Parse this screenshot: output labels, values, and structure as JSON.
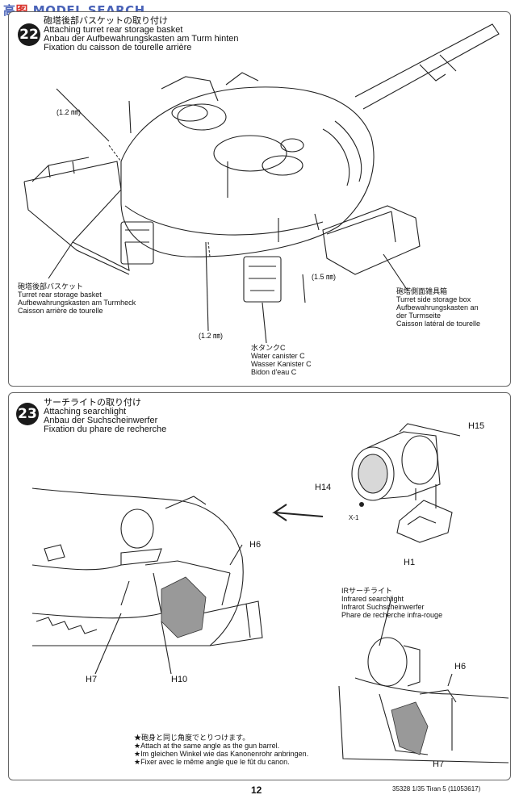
{
  "watermark": {
    "cn": "高",
    "red": "图",
    "rest": "MODEL SEARCH"
  },
  "step22": {
    "number": "22",
    "title_jp": "砲塔後部バスケットの取り付け",
    "title_en": "Attaching turret rear storage basket",
    "title_de": "Anbau der Aufbewahrungskasten am Turm hinten",
    "title_fr": "Fixation du caisson de tourelle arrière",
    "basket": {
      "jp": "砲塔後部バスケット",
      "en": "Turret rear storage basket",
      "de": "Aufbewahrungskasten am Turmheck",
      "fr": "Caisson arrière de tourelle"
    },
    "sidebox": {
      "jp": "砲塔側面雑具箱",
      "en": "Turret side storage box",
      "de1": "Aufbewahrungskasten an",
      "de2": "der Turmseite",
      "fr": "Caisson latéral de tourelle"
    },
    "canister": {
      "jp": "水タンクC",
      "en": "Water canister C",
      "de": "Wasser Kanister C",
      "fr": "Bidon d'eau C"
    },
    "dim1": "(1.2 ㎜)",
    "dim2": "(1.2 ㎜)",
    "dim3": "(1.5 ㎜)"
  },
  "step23": {
    "number": "23",
    "title_jp": "サーチライトの取り付け",
    "title_en": "Attaching searchlight",
    "title_de": "Anbau der Suchscheinwerfer",
    "title_fr": "Fixation du phare de recherche",
    "parts": {
      "h15": "H15",
      "h14": "H14",
      "x1": "X-1",
      "h1": "H1",
      "h6a": "H6",
      "h7a": "H7",
      "h10": "H10",
      "h6b": "H6",
      "h7b": "H7"
    },
    "ir": {
      "jp": "IRサーチライト",
      "en": "Infrared searchlight",
      "de": "Infrarot Suchscheinwerfer",
      "fr": "Phare de recherche infra-rouge"
    },
    "note": {
      "jp": "★砲身と同じ角度でとりつけます。",
      "en": "★Attach at the same angle as the gun barrel.",
      "de": "★Im gleichen Winkel wie das Kanonenrohr anbringen.",
      "fr": "★Fixer avec le même angle que le fût du canon."
    }
  },
  "footer": {
    "page": "12",
    "code": "35328  1/35 Tiran 5 (11053617)"
  }
}
